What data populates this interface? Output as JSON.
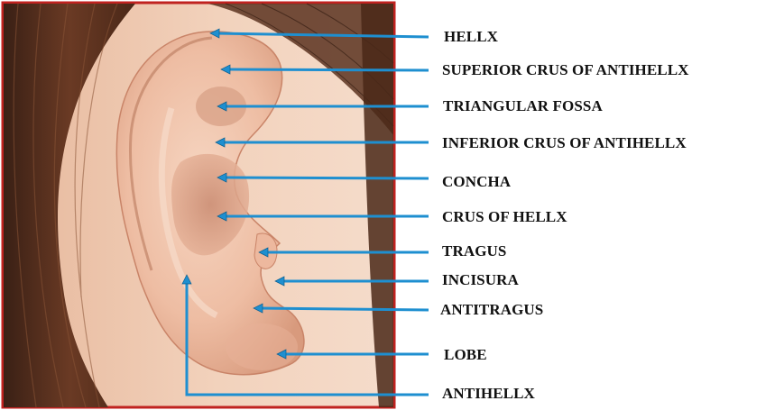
{
  "diagram": {
    "accent_color": "#1e8fd0",
    "frame_color": "#c0221f",
    "labels": [
      "HELLX",
      "SUPERIOR CRUS OF ANTIHELLX",
      "TRIANGULAR  FOSSA",
      "INFERIOR CRUS OF ANTIHELLX",
      "CONCHA",
      "CRUS OF HELLX",
      "TRAGUS",
      "INCISURA",
      "ANTITRAGUS",
      "LOBE",
      "ANTIHELLX"
    ]
  }
}
